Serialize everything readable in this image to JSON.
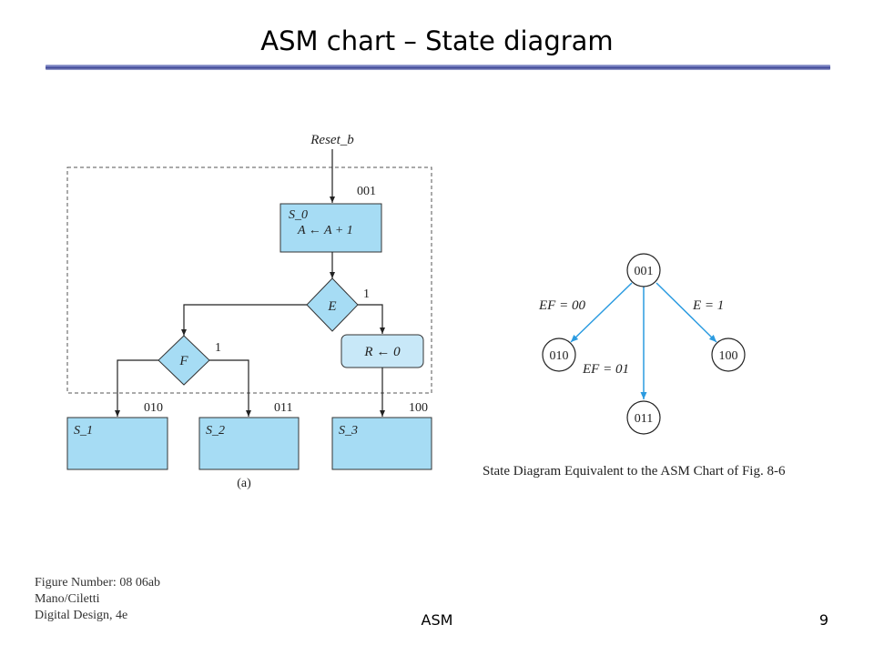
{
  "slide": {
    "title": "ASM chart – State diagram",
    "footer_center": "ASM",
    "page_number": "9",
    "credits": [
      "Figure Number: 08 06ab",
      "Mano/Ciletti",
      "Digital Design, 4e"
    ]
  },
  "asm_chart": {
    "reset_label": "Reset_b",
    "s0": {
      "name": "S_0",
      "code": "001",
      "action": "A ← A + 1"
    },
    "decision_e": {
      "label": "E",
      "true_label": "1"
    },
    "decision_f": {
      "label": "F",
      "true_label": "1"
    },
    "cond_action": "R ← 0",
    "s1": {
      "name": "S_1",
      "code": "010"
    },
    "s2": {
      "name": "S_2",
      "code": "011"
    },
    "s3": {
      "name": "S_3",
      "code": "100"
    },
    "caption": "(a)"
  },
  "state_diagram": {
    "states": [
      "001",
      "010",
      "011",
      "100"
    ],
    "edge_labels": [
      "EF = 00",
      "EF = 01",
      "E = 1"
    ],
    "caption": "State Diagram Equivalent to the ASM Chart of Fig. 8-6"
  },
  "colors": {
    "box_fill": "#a6dcf4",
    "arrow_blue": "#2b9be0",
    "rule": "#4a52a0"
  }
}
